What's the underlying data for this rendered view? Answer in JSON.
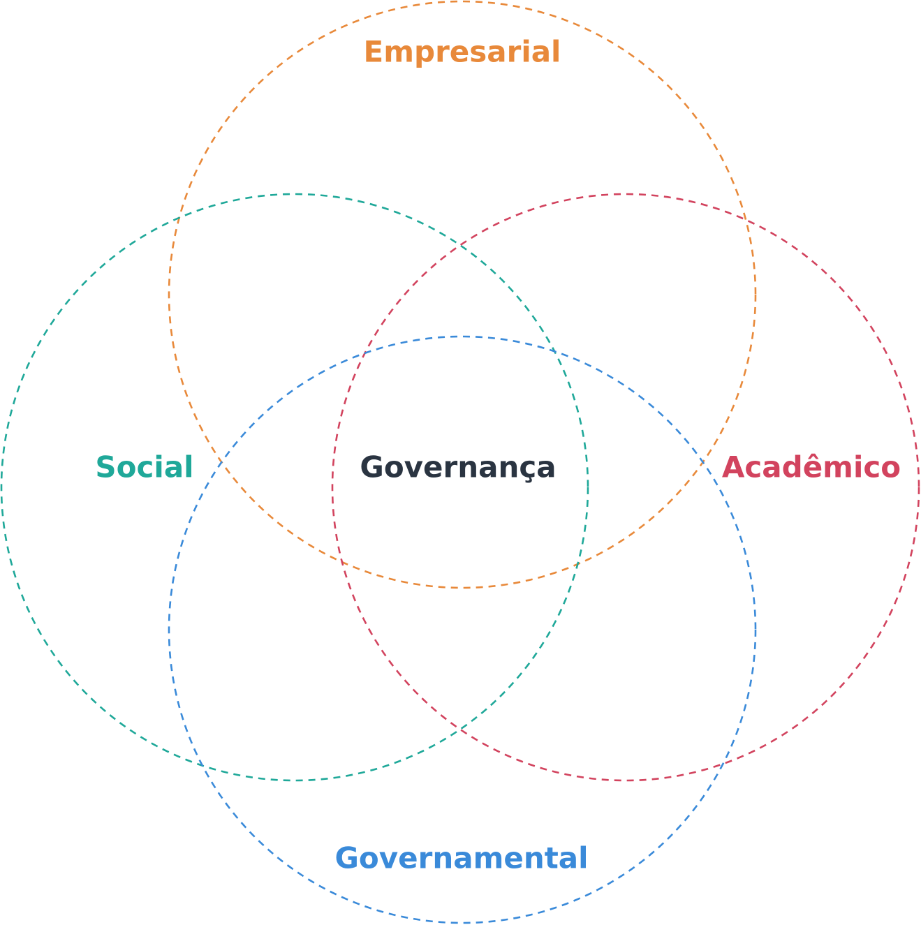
{
  "diagram": {
    "sets": [
      {
        "key": "empresarial",
        "label": "Empresarial",
        "color": "#E8893A"
      },
      {
        "key": "social",
        "label": "Social",
        "color": "#1FA899"
      },
      {
        "key": "academico",
        "label": "Acadêmico",
        "color": "#D2435E"
      },
      {
        "key": "governamental",
        "label": "Governamental",
        "color": "#3A8AD9"
      }
    ],
    "center": {
      "label": "Governança",
      "color": "#2A3441"
    }
  }
}
